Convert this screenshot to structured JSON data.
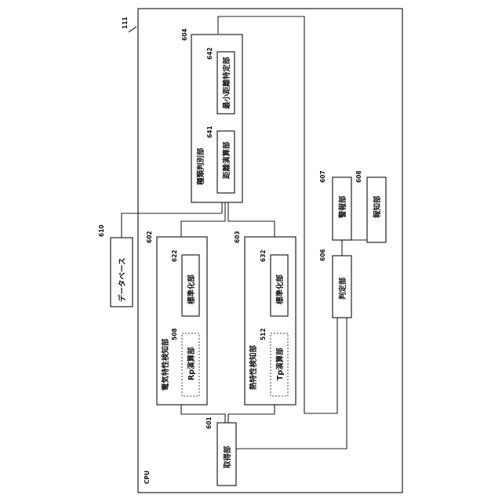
{
  "frame": {
    "number": "111",
    "label": "CPU"
  },
  "blocks": {
    "database": {
      "number": "610",
      "label": "データベース"
    },
    "type_determination": {
      "number": "604",
      "label": "種類判別部"
    },
    "min_distance": {
      "number": "642",
      "label": "最小距離特定部"
    },
    "distance_calc": {
      "number": "641",
      "label": "距離演算部"
    },
    "electrical_detection": {
      "number": "602",
      "label": "電気特性検知部"
    },
    "electrical_normalize": {
      "number": "622",
      "label": "標準化部"
    },
    "rp_calc": {
      "number": "508",
      "label": "Rp演算部"
    },
    "thermal_detection": {
      "number": "603",
      "label": "熱特性検知部"
    },
    "thermal_normalize": {
      "number": "632",
      "label": "標準化部"
    },
    "tp_calc": {
      "number": "512",
      "label": "Tp演算部"
    },
    "acquisition": {
      "number": "601",
      "label": "取得部"
    },
    "judgment": {
      "number": "606",
      "label": "判定部"
    },
    "alarm": {
      "number": "607",
      "label": "警報部"
    },
    "notification": {
      "number": "608",
      "label": "報知部"
    }
  }
}
